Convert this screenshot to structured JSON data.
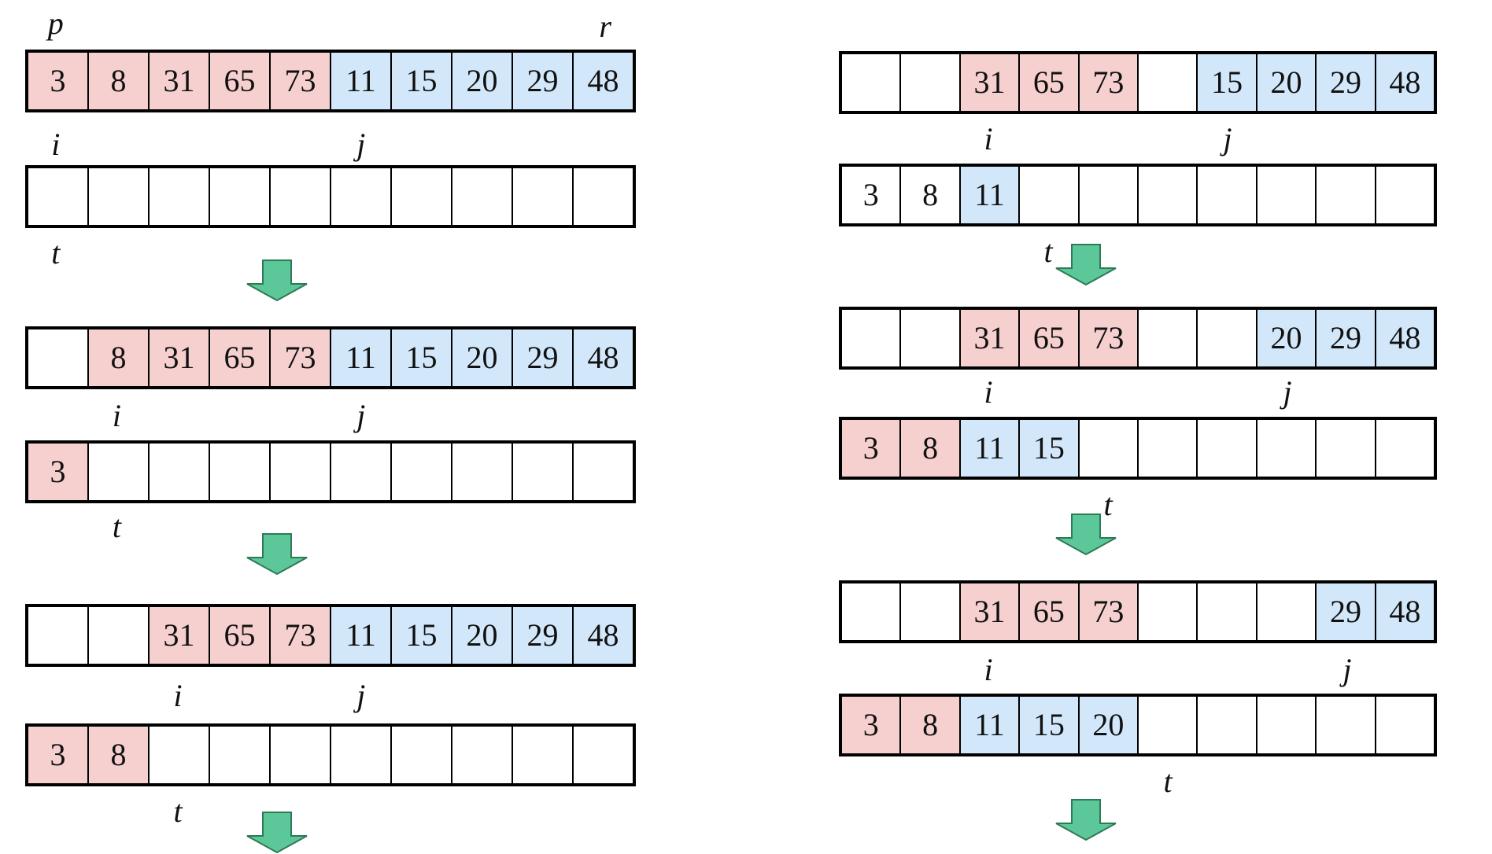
{
  "colors": {
    "left_half": "#f6cfcf",
    "right_half": "#d2e8fa",
    "border": "#000000",
    "arrow_fill": "#5cc89a",
    "arrow_stroke": "#2d7a55"
  },
  "steps": [
    {
      "A": [
        {
          "v": "3",
          "c": "red"
        },
        {
          "v": "8",
          "c": "red"
        },
        {
          "v": "31",
          "c": "red"
        },
        {
          "v": "65",
          "c": "red"
        },
        {
          "v": "73",
          "c": "red"
        },
        {
          "v": "11",
          "c": "blue"
        },
        {
          "v": "15",
          "c": "blue"
        },
        {
          "v": "20",
          "c": "blue"
        },
        {
          "v": "29",
          "c": "blue"
        },
        {
          "v": "48",
          "c": "blue"
        }
      ],
      "B": [
        {
          "v": "",
          "c": ""
        },
        {
          "v": "",
          "c": ""
        },
        {
          "v": "",
          "c": ""
        },
        {
          "v": "",
          "c": ""
        },
        {
          "v": "",
          "c": ""
        },
        {
          "v": "",
          "c": ""
        },
        {
          "v": "",
          "c": ""
        },
        {
          "v": "",
          "c": ""
        },
        {
          "v": "",
          "c": ""
        },
        {
          "v": "",
          "c": ""
        }
      ],
      "i": 0,
      "j": 5,
      "t": 0,
      "p": 0,
      "r": 9
    },
    {
      "A": [
        {
          "v": "",
          "c": ""
        },
        {
          "v": "8",
          "c": "red"
        },
        {
          "v": "31",
          "c": "red"
        },
        {
          "v": "65",
          "c": "red"
        },
        {
          "v": "73",
          "c": "red"
        },
        {
          "v": "11",
          "c": "blue"
        },
        {
          "v": "15",
          "c": "blue"
        },
        {
          "v": "20",
          "c": "blue"
        },
        {
          "v": "29",
          "c": "blue"
        },
        {
          "v": "48",
          "c": "blue"
        }
      ],
      "B": [
        {
          "v": "3",
          "c": "red"
        },
        {
          "v": "",
          "c": ""
        },
        {
          "v": "",
          "c": ""
        },
        {
          "v": "",
          "c": ""
        },
        {
          "v": "",
          "c": ""
        },
        {
          "v": "",
          "c": ""
        },
        {
          "v": "",
          "c": ""
        },
        {
          "v": "",
          "c": ""
        },
        {
          "v": "",
          "c": ""
        },
        {
          "v": "",
          "c": ""
        }
      ],
      "i": 1,
      "j": 5,
      "t": 1
    },
    {
      "A": [
        {
          "v": "",
          "c": ""
        },
        {
          "v": "",
          "c": ""
        },
        {
          "v": "31",
          "c": "red"
        },
        {
          "v": "65",
          "c": "red"
        },
        {
          "v": "73",
          "c": "red"
        },
        {
          "v": "11",
          "c": "blue"
        },
        {
          "v": "15",
          "c": "blue"
        },
        {
          "v": "20",
          "c": "blue"
        },
        {
          "v": "29",
          "c": "blue"
        },
        {
          "v": "48",
          "c": "blue"
        }
      ],
      "B": [
        {
          "v": "3",
          "c": "red"
        },
        {
          "v": "8",
          "c": "red"
        },
        {
          "v": "",
          "c": ""
        },
        {
          "v": "",
          "c": ""
        },
        {
          "v": "",
          "c": ""
        },
        {
          "v": "",
          "c": ""
        },
        {
          "v": "",
          "c": ""
        },
        {
          "v": "",
          "c": ""
        },
        {
          "v": "",
          "c": ""
        },
        {
          "v": "",
          "c": ""
        }
      ],
      "i": 2,
      "j": 5,
      "t": 2
    },
    {
      "A": [
        {
          "v": "",
          "c": ""
        },
        {
          "v": "",
          "c": ""
        },
        {
          "v": "31",
          "c": "red"
        },
        {
          "v": "65",
          "c": "red"
        },
        {
          "v": "73",
          "c": "red"
        },
        {
          "v": "",
          "c": ""
        },
        {
          "v": "15",
          "c": "blue"
        },
        {
          "v": "20",
          "c": "blue"
        },
        {
          "v": "29",
          "c": "blue"
        },
        {
          "v": "48",
          "c": "blue"
        }
      ],
      "B": [
        {
          "v": "3",
          "c": ""
        },
        {
          "v": "8",
          "c": ""
        },
        {
          "v": "11",
          "c": "blue"
        },
        {
          "v": "",
          "c": ""
        },
        {
          "v": "",
          "c": ""
        },
        {
          "v": "",
          "c": ""
        },
        {
          "v": "",
          "c": ""
        },
        {
          "v": "",
          "c": ""
        },
        {
          "v": "",
          "c": ""
        },
        {
          "v": "",
          "c": ""
        }
      ],
      "i": 2,
      "j": 6,
      "t": 3
    },
    {
      "A": [
        {
          "v": "",
          "c": ""
        },
        {
          "v": "",
          "c": ""
        },
        {
          "v": "31",
          "c": "red"
        },
        {
          "v": "65",
          "c": "red"
        },
        {
          "v": "73",
          "c": "red"
        },
        {
          "v": "",
          "c": ""
        },
        {
          "v": "",
          "c": ""
        },
        {
          "v": "20",
          "c": "blue"
        },
        {
          "v": "29",
          "c": "blue"
        },
        {
          "v": "48",
          "c": "blue"
        }
      ],
      "B": [
        {
          "v": "3",
          "c": "red"
        },
        {
          "v": "8",
          "c": "red"
        },
        {
          "v": "11",
          "c": "blue"
        },
        {
          "v": "15",
          "c": "blue"
        },
        {
          "v": "",
          "c": ""
        },
        {
          "v": "",
          "c": ""
        },
        {
          "v": "",
          "c": ""
        },
        {
          "v": "",
          "c": ""
        },
        {
          "v": "",
          "c": ""
        },
        {
          "v": "",
          "c": ""
        }
      ],
      "i": 2,
      "j": 7,
      "t": 4
    },
    {
      "A": [
        {
          "v": "",
          "c": ""
        },
        {
          "v": "",
          "c": ""
        },
        {
          "v": "31",
          "c": "red"
        },
        {
          "v": "65",
          "c": "red"
        },
        {
          "v": "73",
          "c": "red"
        },
        {
          "v": "",
          "c": ""
        },
        {
          "v": "",
          "c": ""
        },
        {
          "v": "",
          "c": ""
        },
        {
          "v": "29",
          "c": "blue"
        },
        {
          "v": "48",
          "c": "blue"
        }
      ],
      "B": [
        {
          "v": "3",
          "c": "red"
        },
        {
          "v": "8",
          "c": "red"
        },
        {
          "v": "11",
          "c": "blue"
        },
        {
          "v": "15",
          "c": "blue"
        },
        {
          "v": "20",
          "c": "blue"
        },
        {
          "v": "",
          "c": ""
        },
        {
          "v": "",
          "c": ""
        },
        {
          "v": "",
          "c": ""
        },
        {
          "v": "",
          "c": ""
        },
        {
          "v": "",
          "c": ""
        }
      ],
      "i": 2,
      "j": 8,
      "t": 5
    }
  ],
  "labels": {
    "p": "p",
    "r": "r",
    "i": "i",
    "j": "j",
    "t": "t"
  }
}
